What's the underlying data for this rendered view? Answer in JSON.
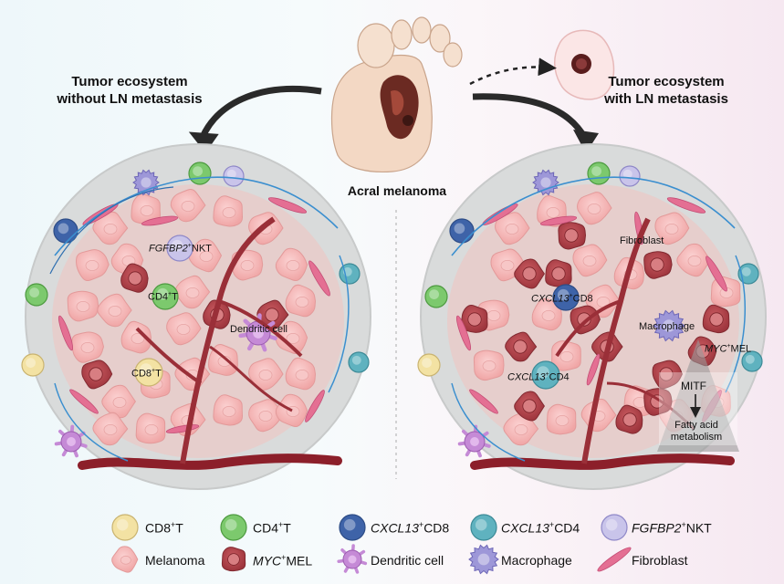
{
  "headings": {
    "left": [
      "Tumor ecosystem",
      "without LN metastasis"
    ],
    "right": [
      "Tumor ecosystem",
      "with LN metastasis"
    ],
    "center": "Acral melanoma"
  },
  "left_labels": {
    "nkt": {
      "gene": "FGFBP2",
      "sup": "+",
      "rest": "NKT"
    },
    "cd4": {
      "pre": "CD4",
      "sup": "+",
      "rest": "T"
    },
    "cd8": {
      "pre": "CD8",
      "sup": "+",
      "rest": "T"
    },
    "dendritic": "Dendritic cell"
  },
  "right_labels": {
    "fibroblast": "Fibroblast",
    "cxcl13_cd8": {
      "gene": "CXCL13",
      "sup": "+",
      "rest": "CD8"
    },
    "macrophage": "Macrophage",
    "myc_mel": {
      "gene": "MYC",
      "sup": "+",
      "rest": "MEL"
    },
    "cxcl13_cd4": {
      "gene": "CXCL13",
      "sup": "+",
      "rest": "CD4"
    },
    "mitf": "MITF",
    "fatty_acid": [
      "Fatty acid",
      "metabolism"
    ]
  },
  "legend": [
    {
      "pre": "CD8",
      "sup": "+",
      "rest": "T",
      "icon": "cd8-t-cell-icon"
    },
    {
      "pre": "CD4",
      "sup": "+",
      "rest": "T",
      "icon": "cd4-t-cell-icon"
    },
    {
      "gene": "CXCL13",
      "sup": "+",
      "rest": "CD8",
      "icon": "cxcl13-cd8-cell-icon"
    },
    {
      "gene": "CXCL13",
      "sup": "+",
      "rest": "CD4",
      "icon": "cxcl13-cd4-cell-icon"
    },
    {
      "gene": "FGFBP2",
      "sup": "+",
      "rest": "NKT",
      "icon": "nkt-cell-icon"
    },
    {
      "pre": "Melanoma",
      "icon": "melanoma-cell-icon"
    },
    {
      "gene": "MYC",
      "sup": "+",
      "rest": "MEL",
      "icon": "myc-mel-cell-icon"
    },
    {
      "pre": "Dendritic cell",
      "icon": "dendritic-cell-icon"
    },
    {
      "pre": "Macrophage",
      "icon": "macrophage-icon"
    },
    {
      "pre": "Fibroblast",
      "icon": "fibroblast-icon"
    }
  ],
  "colors": {
    "cd8": "#f3e2a3",
    "cd4": "#7cc96d",
    "cxcl13_cd8": "#3e63a8",
    "cxcl13_cd4": "#5fb2bf",
    "nkt": "#c9c4ea",
    "melanoma": "#f4b6b6",
    "myc_mel": "#b9464d",
    "dendritic": "#c58ad6",
    "macrophage": "#9d97d8",
    "fibroblast": "#e46f93",
    "vessel": "#8c1f2a"
  }
}
